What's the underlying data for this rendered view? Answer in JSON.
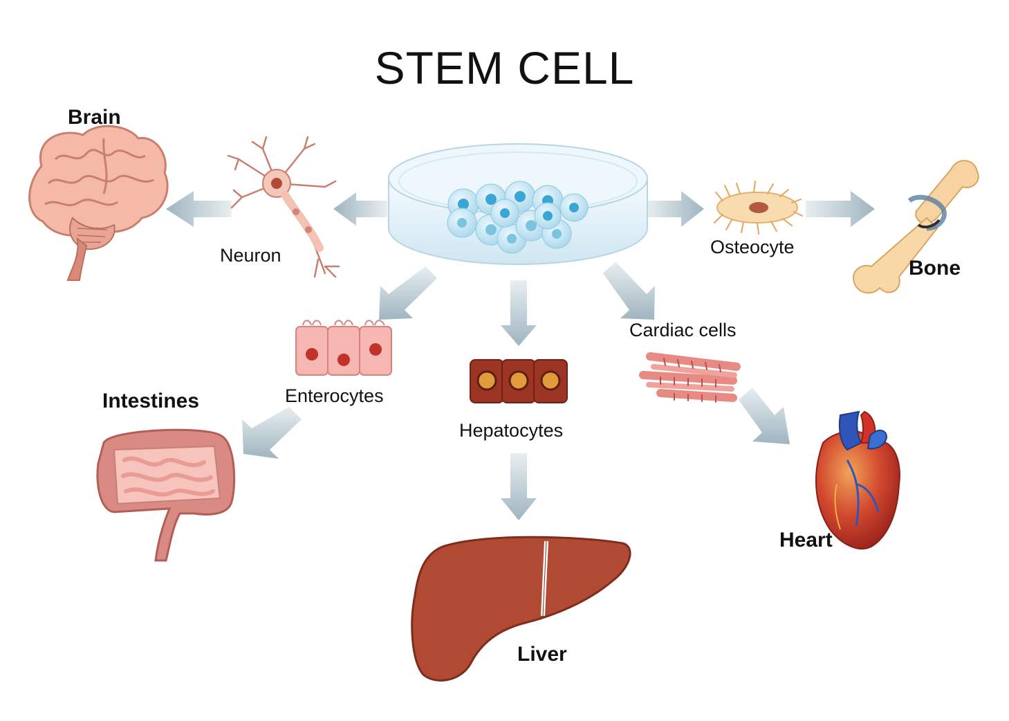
{
  "title": "STEM CELL",
  "cell_types": {
    "neuron": "Neuron",
    "osteocyte": "Osteocyte",
    "enterocytes": "Enterocytes",
    "hepatocytes": "Hepatocytes",
    "cardiac": "Cardiac cells"
  },
  "organs": {
    "brain": "Brain",
    "bone": "Bone",
    "intestines": "Intestines",
    "liver": "Liver",
    "heart": "Heart"
  },
  "colors": {
    "arrow": "#a9bcc6",
    "dish": "#dceef7",
    "stem_cell": "#bfe2f0",
    "stem_nucleus": "#3aa6d6",
    "brain": "#f2b5a3",
    "neuron": "#f3c2b3",
    "osteocyte": "#f6d6a6",
    "bone": "#f7d9a8",
    "enterocyte": "#f5b6b3",
    "hepatocyte": "#a43a26",
    "cardiac": "#e8857e",
    "intestine": "#d98780",
    "liver": "#b24a32",
    "heart": "#c9352a"
  }
}
